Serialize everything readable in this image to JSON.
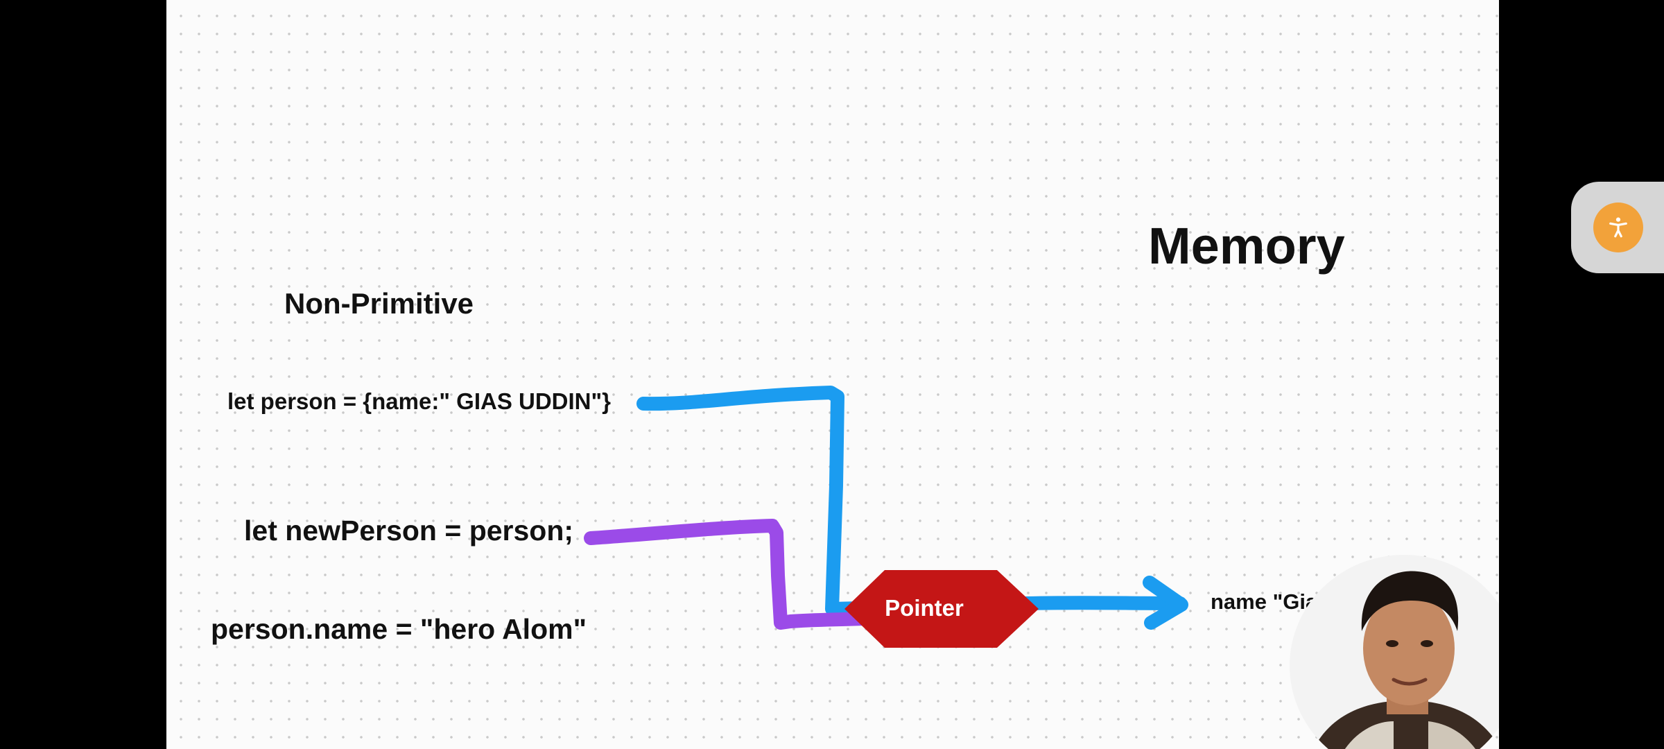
{
  "slide": {
    "title": "Memory",
    "heading": "Non-Primitive",
    "code_lines": [
      "let person = {name:\" GIAS UDDIN\"}",
      "let newPerson = person;",
      "person.name = \"hero Alom\""
    ],
    "pointer_label": "Pointer",
    "memory_value": "name \"Gias UDDI",
    "colors": {
      "blue_stroke": "#1b9cf0",
      "purple_stroke": "#9b4be8",
      "pointer_fill": "#c41616",
      "accessibility_button": "#f2a23a"
    }
  },
  "overlay": {
    "cursor_icon": "hand-cursor-icon",
    "accessibility_icon": "accessibility-person-icon"
  }
}
